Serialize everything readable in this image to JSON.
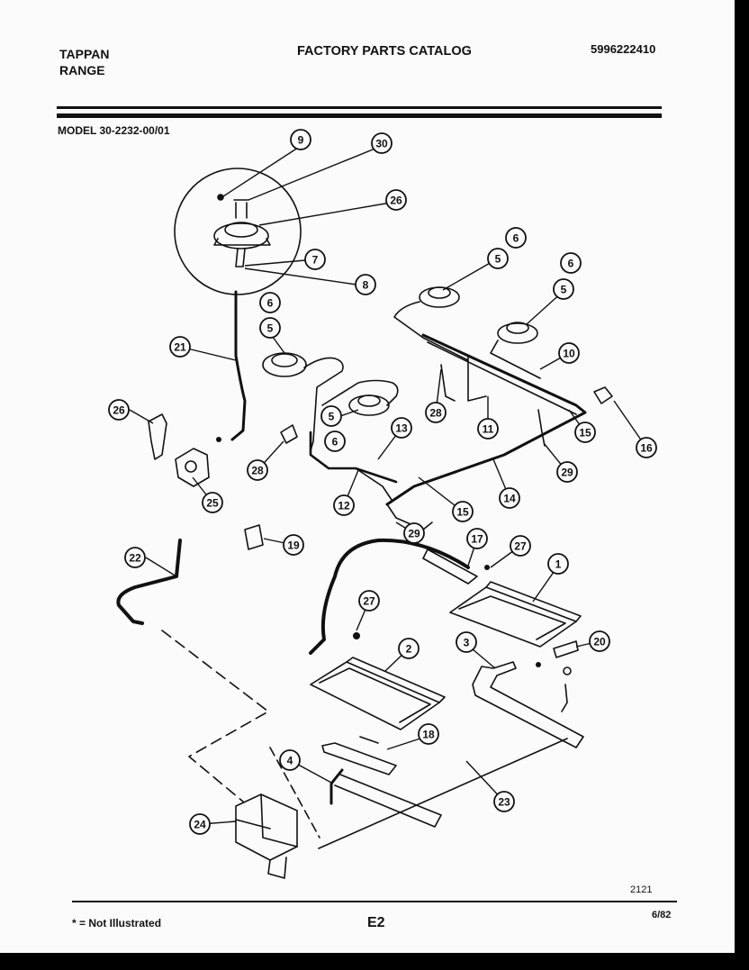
{
  "header": {
    "brand_line1": "TAPPAN",
    "brand_line2": "RANGE",
    "title": "FACTORY PARTS CATALOG",
    "catalog_number": "5996222410",
    "model": "MODEL 30-2232-00/01"
  },
  "footer": {
    "figure_number": "2121",
    "note": "* = Not Illustrated",
    "page": "E2",
    "date": "6/82"
  },
  "callouts": [
    {
      "id": "c9",
      "label": "9"
    },
    {
      "id": "c30",
      "label": "30"
    },
    {
      "id": "c26a",
      "label": "26"
    },
    {
      "id": "c7",
      "label": "7"
    },
    {
      "id": "c8",
      "label": "8"
    },
    {
      "id": "c6a",
      "label": "6"
    },
    {
      "id": "c5a",
      "label": "5"
    },
    {
      "id": "c6b",
      "label": "6"
    },
    {
      "id": "c5b",
      "label": "5"
    },
    {
      "id": "c6c",
      "label": "6"
    },
    {
      "id": "c5c",
      "label": "5"
    },
    {
      "id": "c10",
      "label": "10"
    },
    {
      "id": "c21",
      "label": "21"
    },
    {
      "id": "c26b",
      "label": "26"
    },
    {
      "id": "c5d",
      "label": "5"
    },
    {
      "id": "c6d",
      "label": "6"
    },
    {
      "id": "c13",
      "label": "13"
    },
    {
      "id": "c28a",
      "label": "28"
    },
    {
      "id": "c11",
      "label": "11"
    },
    {
      "id": "c15a",
      "label": "15"
    },
    {
      "id": "c16",
      "label": "16"
    },
    {
      "id": "c28b",
      "label": "28"
    },
    {
      "id": "c25",
      "label": "25"
    },
    {
      "id": "c12",
      "label": "12"
    },
    {
      "id": "c15b",
      "label": "15"
    },
    {
      "id": "c14",
      "label": "14"
    },
    {
      "id": "c29a",
      "label": "29"
    },
    {
      "id": "c19",
      "label": "19"
    },
    {
      "id": "c29b",
      "label": "29"
    },
    {
      "id": "c17",
      "label": "17"
    },
    {
      "id": "c27a",
      "label": "27"
    },
    {
      "id": "c1",
      "label": "1"
    },
    {
      "id": "c22",
      "label": "22"
    },
    {
      "id": "c27b",
      "label": "27"
    },
    {
      "id": "c2",
      "label": "2"
    },
    {
      "id": "c3",
      "label": "3"
    },
    {
      "id": "c20",
      "label": "20"
    },
    {
      "id": "c18",
      "label": "18"
    },
    {
      "id": "c4",
      "label": "4"
    },
    {
      "id": "c23",
      "label": "23"
    },
    {
      "id": "c24",
      "label": "24"
    }
  ]
}
